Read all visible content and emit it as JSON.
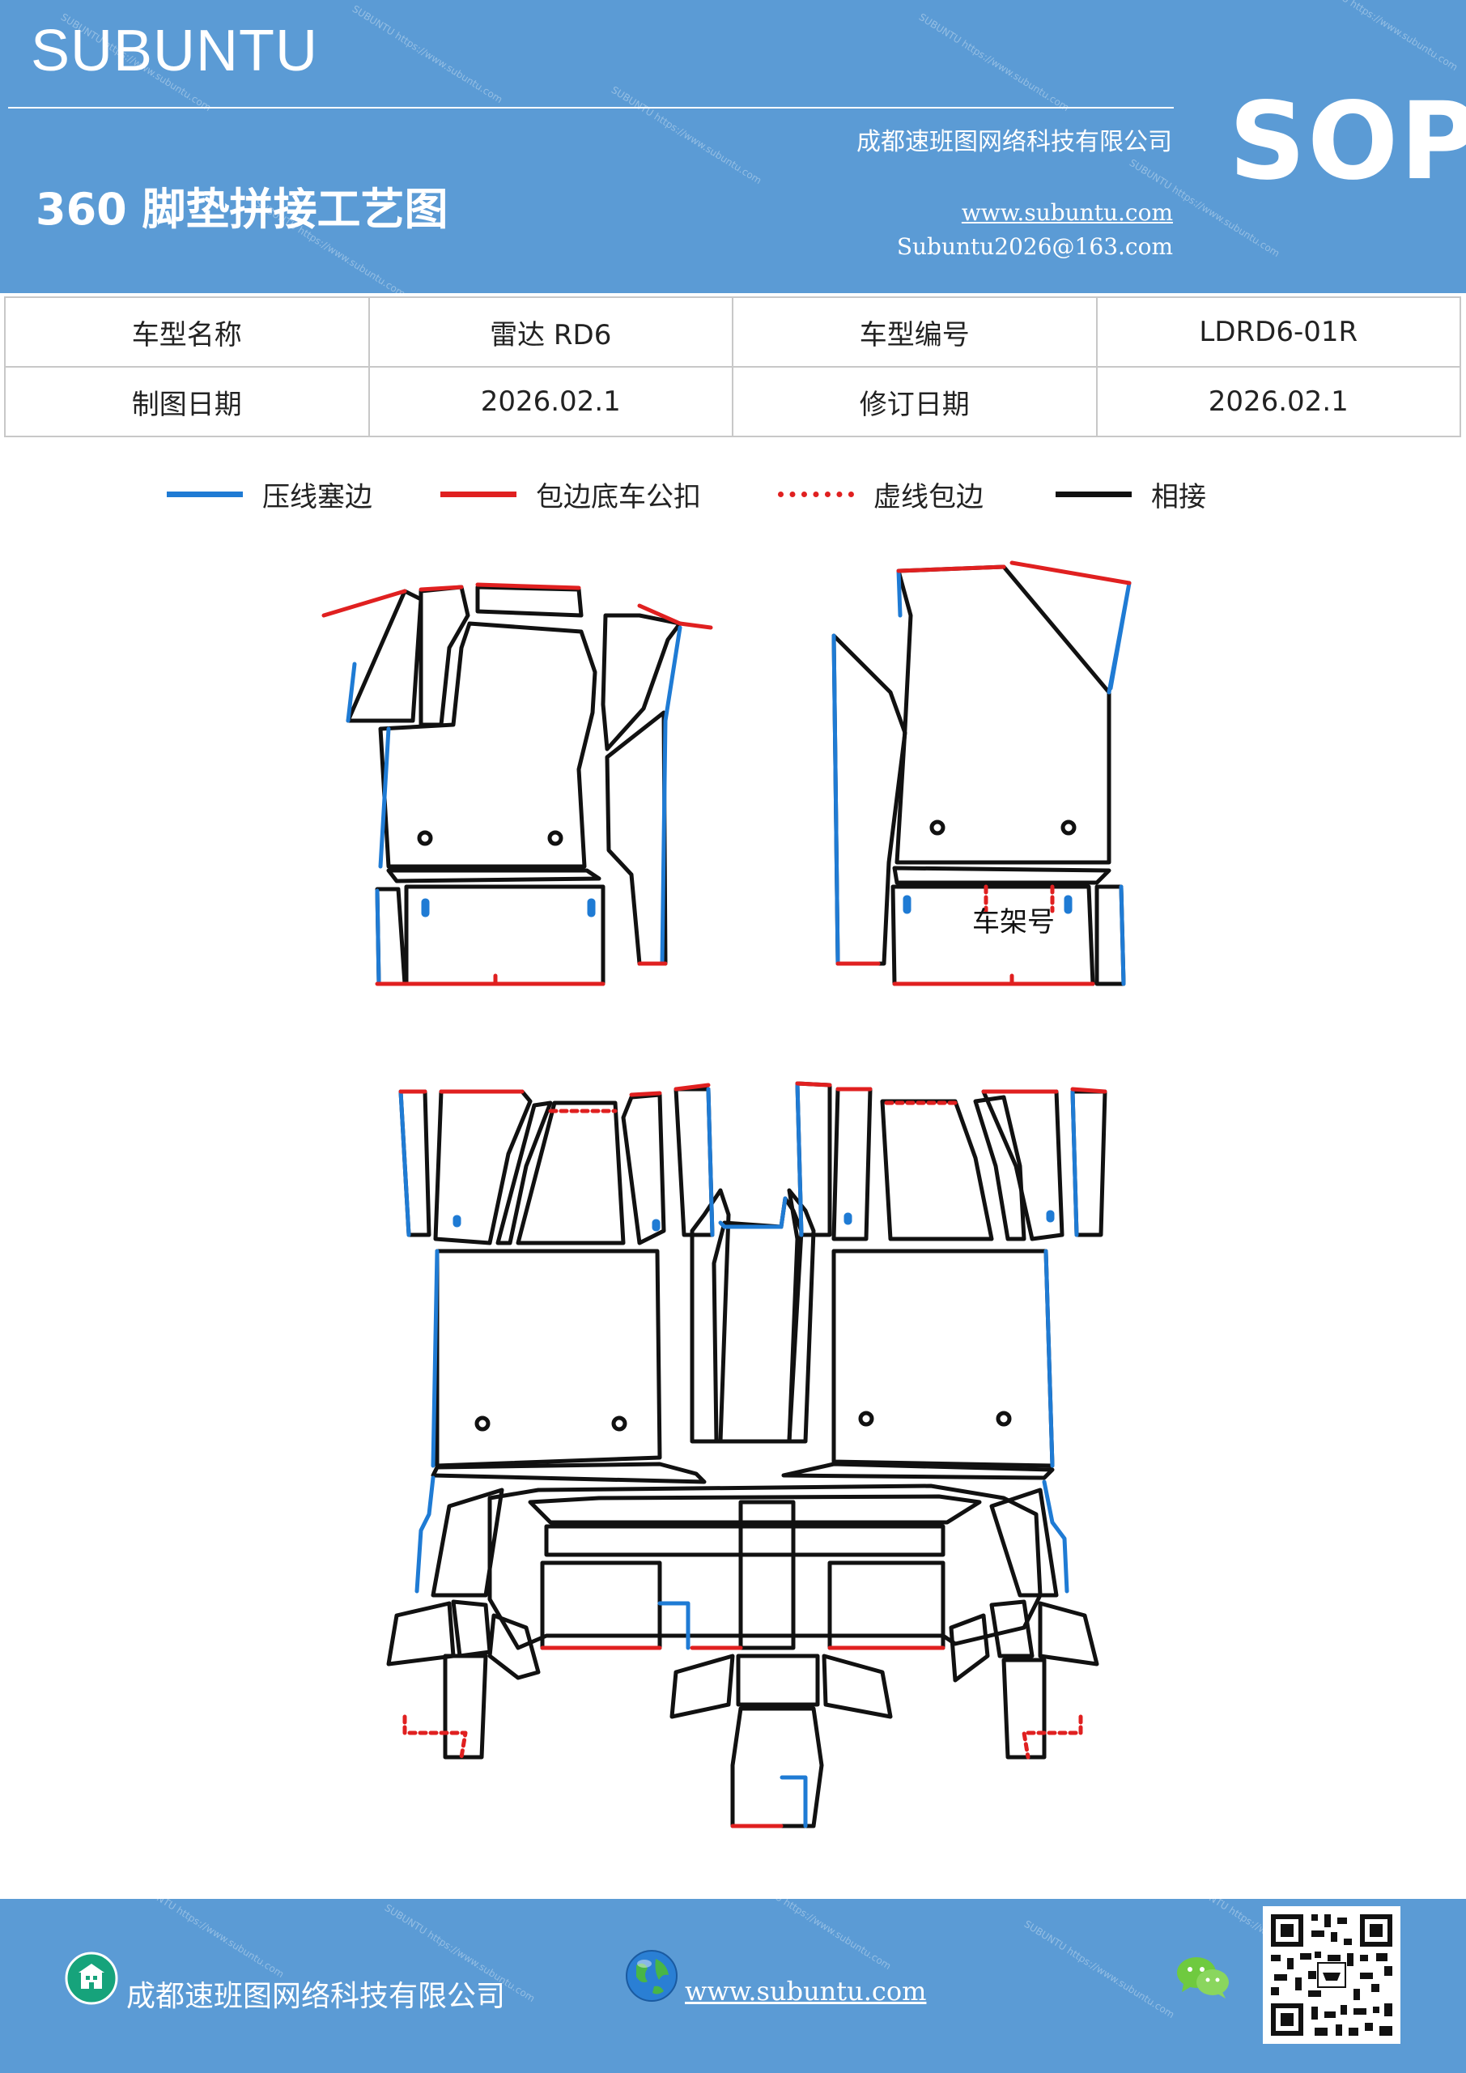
{
  "header": {
    "brand": "SUBUNTU",
    "badge": "SOP",
    "company": "成都速班图网络科技有限公司",
    "title": "360 脚垫拼接工艺图",
    "website": "www.subuntu.com",
    "email": "Subuntu2026@163.com"
  },
  "info_table": {
    "rows": [
      [
        "车型名称",
        "雷达 RD6",
        "车型编号",
        "LDRD6-01R"
      ],
      [
        "制图日期",
        "2026.02.1",
        "修订日期",
        "2026.02.1"
      ]
    ]
  },
  "legend": [
    {
      "label": "压线塞边",
      "color": "#1f7bd4",
      "style": "solid"
    },
    {
      "label": "包边底车公扣",
      "color": "#e02020",
      "style": "solid"
    },
    {
      "label": "虚线包边",
      "color": "#e02020",
      "style": "dotted"
    },
    {
      "label": "相接",
      "color": "#111111",
      "style": "solid"
    }
  ],
  "diagram": {
    "label": "车架号"
  },
  "footer": {
    "company": "成都速班图网络科技有限公司",
    "website": "www.subuntu.com"
  },
  "colors": {
    "header_bg": "#5b9bd5",
    "blue_edge": "#1f7bd4",
    "red_edge": "#e02020",
    "joint": "#111111"
  }
}
